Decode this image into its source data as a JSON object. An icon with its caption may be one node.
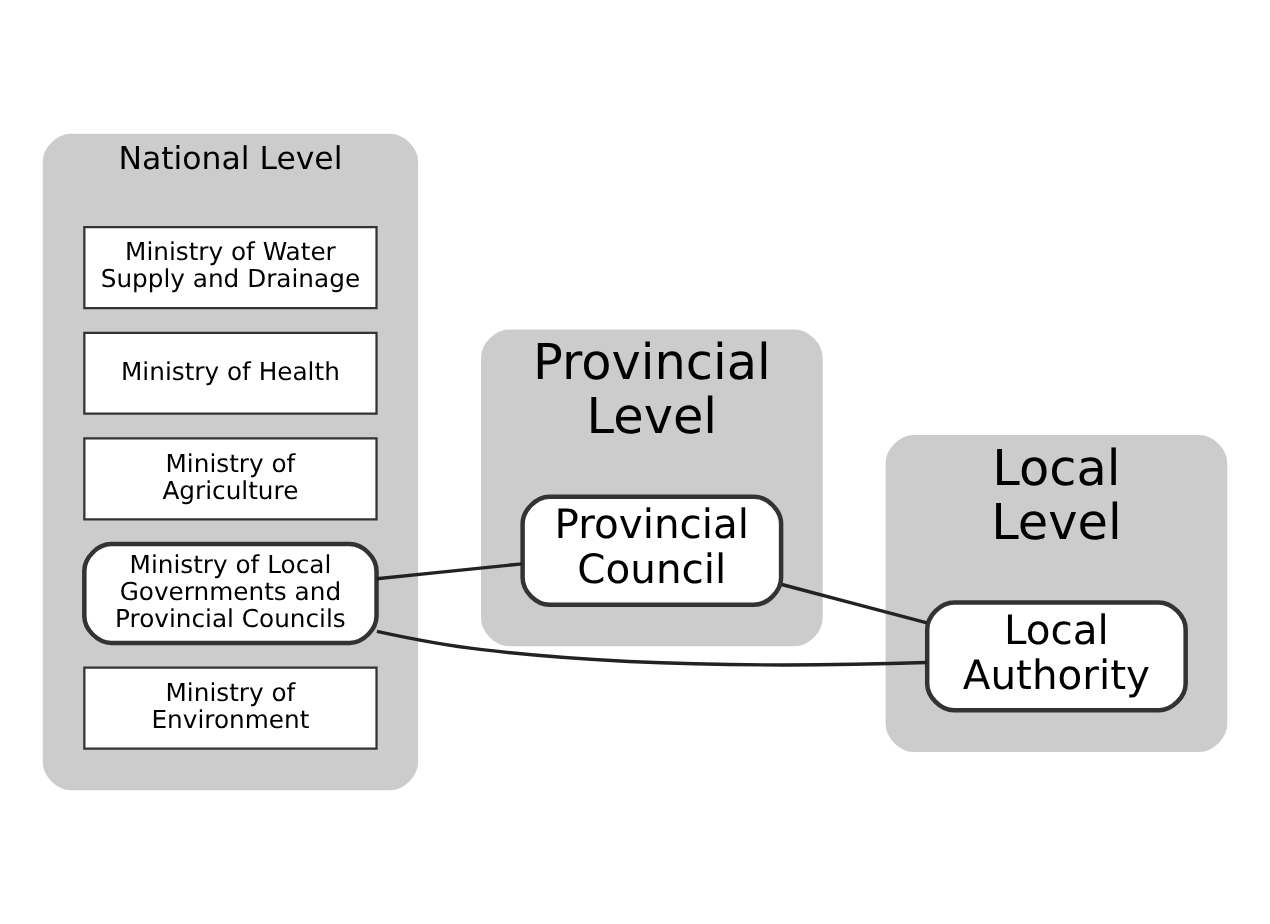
{
  "diagram": {
    "nodes": [
      {
        "text": [
          "National Level"
        ]
      },
      {
        "text": [
          "Ministry of Water Supply and Drainage"
        ],
        "in": 0
      },
      {
        "text": [
          "Ministry of Health"
        ],
        "in": 0
      },
      {
        "text": [
          "Ministry of Agriculture"
        ],
        "in": 0
      },
      {
        "text": [
          "Ministry of Local Governments and Provincial Councils"
        ],
        "in": 0
      },
      {
        "text": [
          "Ministry of Environment"
        ],
        "in": 0
      },
      {
        "text": [
          "Provincial Level"
        ]
      },
      {
        "text": [
          "Provincial Council"
        ],
        "in": 6
      },
      {
        "text": [
          "Local Level"
        ]
      },
      {
        "text": [
          "Local Authority"
        ],
        "in": 8
      }
    ],
    "edges": [
      {
        "from": 4,
        "to": 9,
        "arrow": "none"
      },
      {
        "from": 4,
        "to": 7,
        "arrow": "none"
      },
      {
        "from": 7,
        "to": 9,
        "arrow": "none"
      }
    ]
  }
}
